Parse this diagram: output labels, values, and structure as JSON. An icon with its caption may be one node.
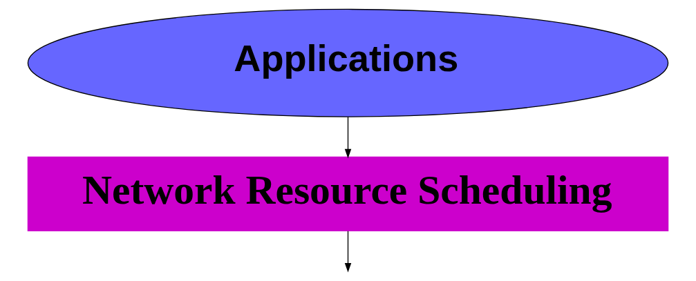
{
  "diagram": {
    "nodes": [
      {
        "text": [
          "Applications"
        ]
      },
      {
        "text": [
          "Network Resource Scheduling"
        ]
      }
    ],
    "edges": [
      {
        "from": 0,
        "to": 1,
        "arrow": "to"
      },
      {
        "from": 1,
        "to": null,
        "arrow": "to"
      }
    ]
  }
}
